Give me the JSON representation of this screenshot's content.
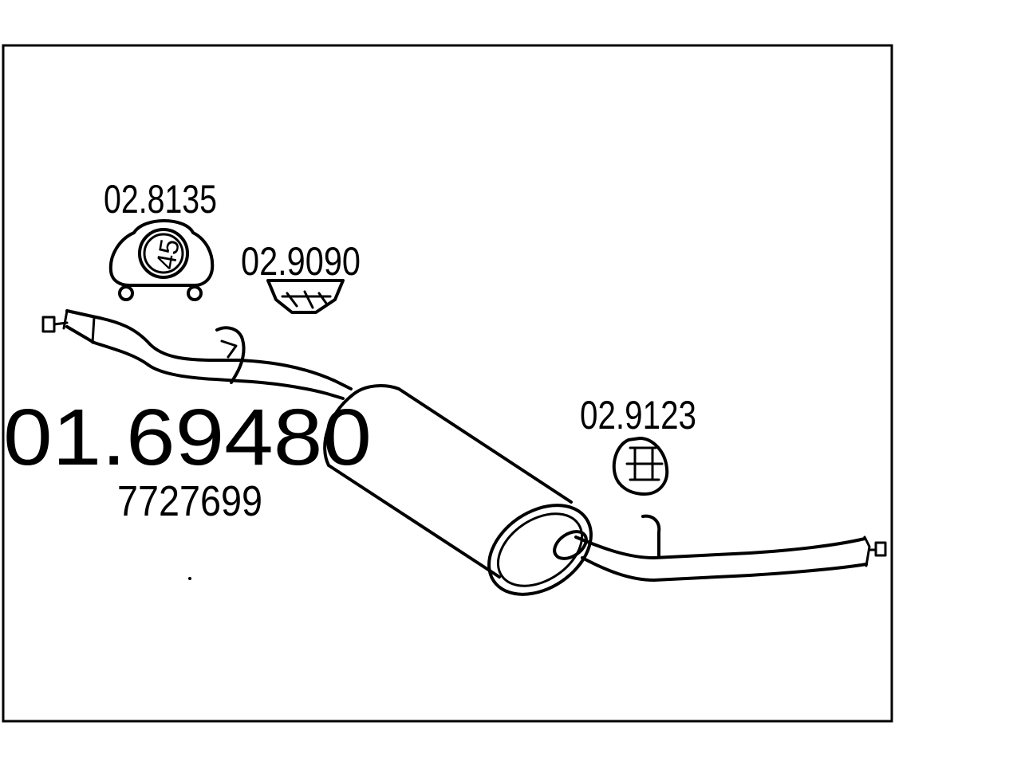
{
  "diagram": {
    "main_part_number": "01.69480",
    "oem_number": "7727699",
    "parts": [
      {
        "code": "02.8135",
        "name": "clamp",
        "clamp_size": "45"
      },
      {
        "code": "02.9090",
        "name": "rubber-mount"
      },
      {
        "code": "02.9123",
        "name": "rubber-hanger"
      }
    ]
  },
  "colors": {
    "line": "#000000",
    "background": "#ffffff"
  }
}
